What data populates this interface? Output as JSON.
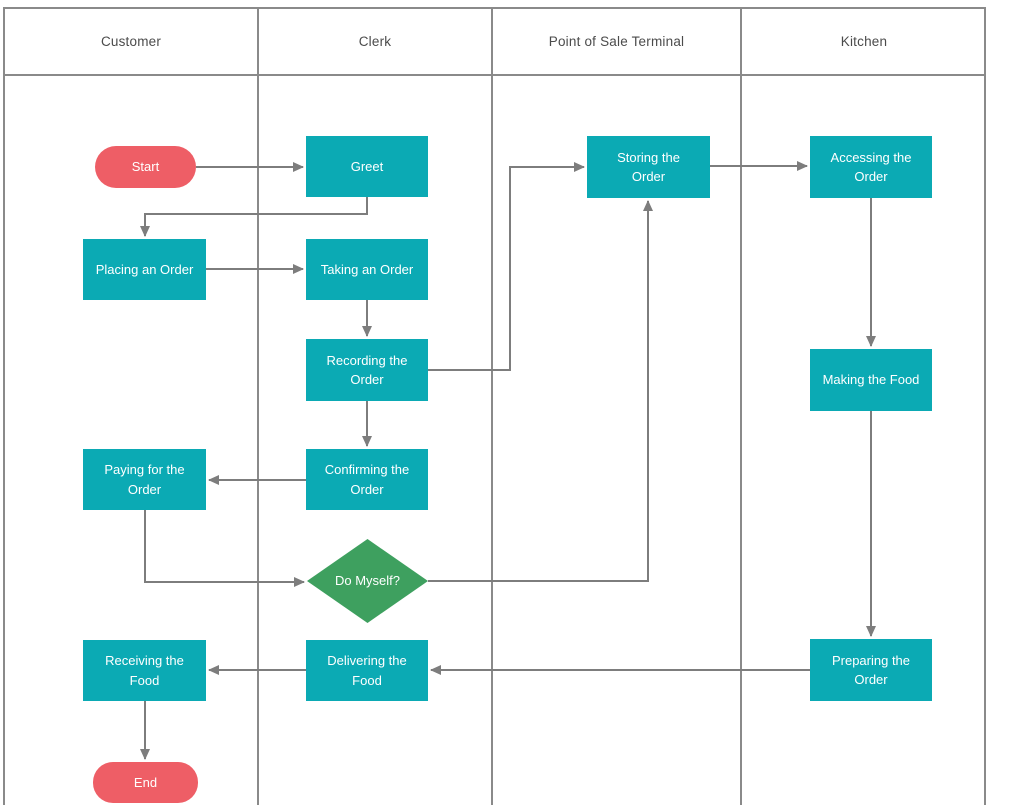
{
  "lanes": [
    {
      "label": "Customer"
    },
    {
      "label": "Clerk"
    },
    {
      "label": "Point of Sale Terminal"
    },
    {
      "label": "Kitchen"
    }
  ],
  "nodes": {
    "start": {
      "label": "Start",
      "type": "terminator",
      "lane": "Customer"
    },
    "greet": {
      "label": "Greet",
      "type": "process",
      "lane": "Clerk"
    },
    "storing": {
      "label": "Storing the Order",
      "type": "process",
      "lane": "Point of Sale Terminal"
    },
    "accessing": {
      "label": "Accessing the Order",
      "type": "process",
      "lane": "Kitchen"
    },
    "placing": {
      "label": "Placing an Order",
      "type": "process",
      "lane": "Customer"
    },
    "taking": {
      "label": "Taking an Order",
      "type": "process",
      "lane": "Clerk"
    },
    "recording": {
      "label": "Recording the Order",
      "type": "process",
      "lane": "Clerk"
    },
    "making": {
      "label": "Making the Food",
      "type": "process",
      "lane": "Kitchen"
    },
    "paying": {
      "label": "Paying for the Order",
      "type": "process",
      "lane": "Customer"
    },
    "confirming": {
      "label": "Confirming the Order",
      "type": "process",
      "lane": "Clerk"
    },
    "myself": {
      "label": "Do Myself?",
      "type": "decision",
      "lane": "Clerk"
    },
    "preparing": {
      "label": "Preparing the Order",
      "type": "process",
      "lane": "Kitchen"
    },
    "delivering": {
      "label": "Delivering the Food",
      "type": "process",
      "lane": "Clerk"
    },
    "receiving": {
      "label": "Receiving the Food",
      "type": "process",
      "lane": "Customer"
    },
    "end": {
      "label": "End",
      "type": "terminator",
      "lane": "Customer"
    }
  },
  "edges": [
    {
      "from": "start",
      "to": "greet"
    },
    {
      "from": "greet",
      "to": "placing"
    },
    {
      "from": "placing",
      "to": "taking"
    },
    {
      "from": "taking",
      "to": "recording"
    },
    {
      "from": "recording",
      "to": "storing"
    },
    {
      "from": "recording",
      "to": "confirming"
    },
    {
      "from": "confirming",
      "to": "paying"
    },
    {
      "from": "paying",
      "to": "myself"
    },
    {
      "from": "myself",
      "to": "storing"
    },
    {
      "from": "storing",
      "to": "accessing"
    },
    {
      "from": "accessing",
      "to": "making"
    },
    {
      "from": "making",
      "to": "preparing"
    },
    {
      "from": "preparing",
      "to": "delivering"
    },
    {
      "from": "delivering",
      "to": "receiving"
    },
    {
      "from": "receiving",
      "to": "end"
    }
  ],
  "colors": {
    "process": "#0baab4",
    "terminator": "#ee5e66",
    "decision": "#3ea05f",
    "connector": "#7d7d7d",
    "lane_border": "#8a8a8a",
    "header_text": "#4b4b4b",
    "node_text": "#ffffff",
    "canvas_bg": "#ffffff"
  }
}
